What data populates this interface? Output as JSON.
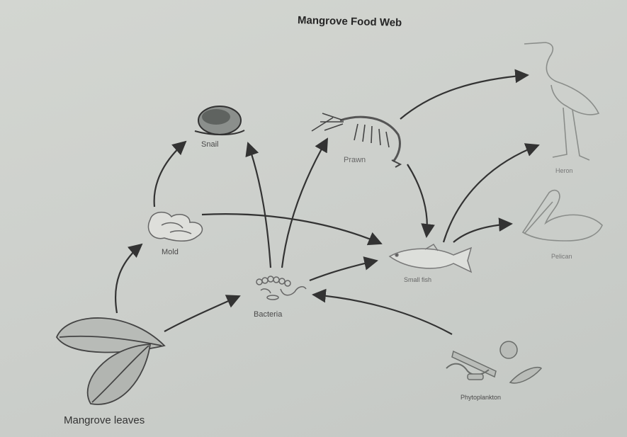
{
  "title": "Mangrove Food Web",
  "organisms": {
    "snail": "Snail",
    "prawn": "Prawn",
    "heron": "Heron",
    "mold": "Mold",
    "bacteria": "Bacteria",
    "small_fish": "Small fish",
    "pelican": "Pelican",
    "phytoplankton": "Phytoplankton",
    "mangrove_leaves": "Mangrove leaves"
  },
  "edges": [
    {
      "from": "Mangrove leaves",
      "to": "Mold"
    },
    {
      "from": "Mangrove leaves",
      "to": "Bacteria"
    },
    {
      "from": "Mold",
      "to": "Snail"
    },
    {
      "from": "Mold",
      "to": "Small fish"
    },
    {
      "from": "Bacteria",
      "to": "Snail"
    },
    {
      "from": "Bacteria",
      "to": "Prawn"
    },
    {
      "from": "Bacteria",
      "to": "Small fish"
    },
    {
      "from": "Phytoplankton",
      "to": "Bacteria"
    },
    {
      "from": "Prawn",
      "to": "Heron"
    },
    {
      "from": "Prawn",
      "to": "Small fish"
    },
    {
      "from": "Small fish",
      "to": "Heron"
    },
    {
      "from": "Small fish",
      "to": "Pelican"
    }
  ]
}
